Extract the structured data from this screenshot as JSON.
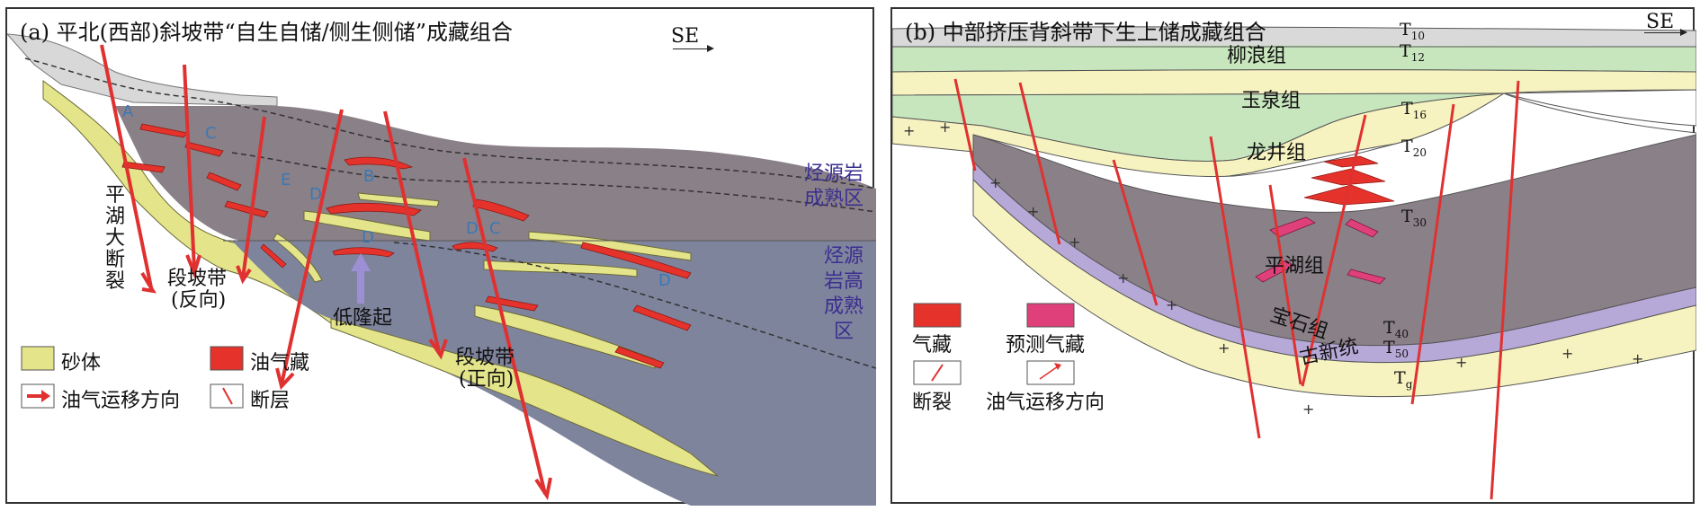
{
  "panel_a": {
    "title": "(a) 平北(西部)斜坡带“自生自储/侧生侧储”成藏组合",
    "direction": "SE",
    "fault_main": "平湖大断裂",
    "step_reverse_1": "段坡带",
    "step_reverse_2": "(反向)",
    "step_normal_1": "段坡带",
    "step_normal_2": "(正向)",
    "low_uplift": "低隆起",
    "mature_zone": [
      "烃源岩",
      "成熟区"
    ],
    "high_mature_zone": [
      "烃源",
      "岩高",
      "成熟",
      "区"
    ],
    "reservoir_labels": {
      "a": "A",
      "c": "C",
      "e": "E",
      "d1": "D",
      "b": "B",
      "d2": "D",
      "d3": "D",
      "c2": "C",
      "d4": "D"
    },
    "legend": {
      "sand": "砂体",
      "oilgas": "油气藏",
      "migration": "油气运移方向",
      "fault": "断层"
    }
  },
  "panel_b": {
    "title": "(b) 中部挤压背斜带下生上储成藏组合",
    "direction": "SE",
    "formations": {
      "liulang": "柳浪组",
      "yuquan": "玉泉组",
      "longjing": "龙井组",
      "pinghu": "平湖组",
      "baoshi": "宝石组",
      "guxin": "古新统"
    },
    "horizons": {
      "t10": {
        "base": "T",
        "sub": "10"
      },
      "t12": {
        "base": "T",
        "sub": "12"
      },
      "t16": {
        "base": "T",
        "sub": "16"
      },
      "t20": {
        "base": "T",
        "sub": "20"
      },
      "t30": {
        "base": "T",
        "sub": "30"
      },
      "t40": {
        "base": "T",
        "sub": "40"
      },
      "t50": {
        "base": "T",
        "sub": "50"
      },
      "tg": {
        "base": "T",
        "sub": "g"
      }
    },
    "legend": {
      "gas": "气藏",
      "predicted": "预测气藏",
      "fault": "断裂",
      "migration": "油气运移方向"
    }
  },
  "colors": {
    "sand": "#e4e48a",
    "oilgas": "#e5322b",
    "predicted": "#e0407a",
    "mature": "#8a8088",
    "high_mature": "#7f849d",
    "cap": "#d9d9d9",
    "green": "#c8e6bd",
    "yellow": "#f7f3c0",
    "purple": "#b6a9d8",
    "fault": "#e03131"
  }
}
